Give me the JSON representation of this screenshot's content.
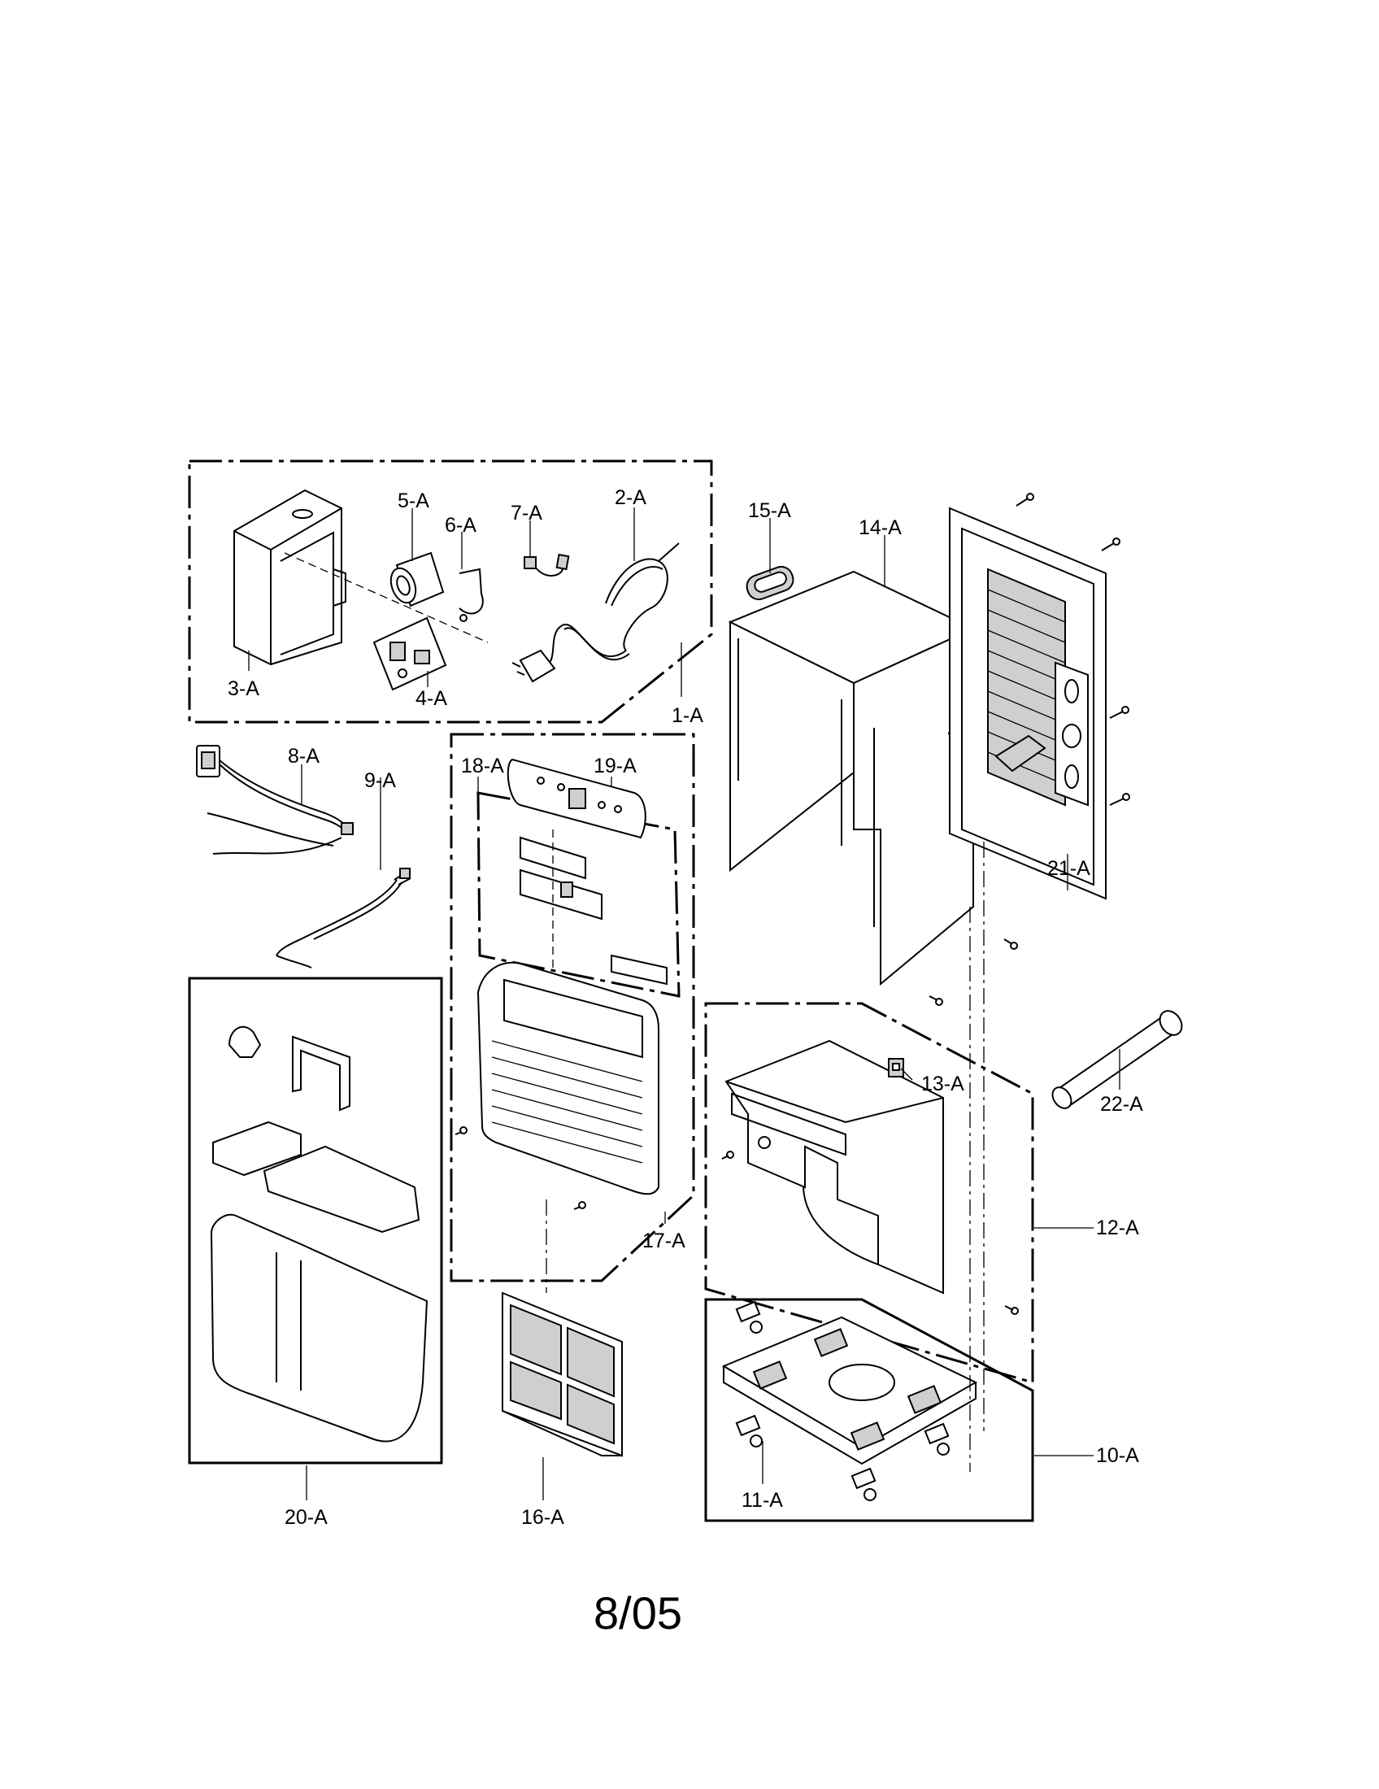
{
  "diagram": {
    "part_labels": {
      "p1": "1-A",
      "p2": "2-A",
      "p3": "3-A",
      "p4": "4-A",
      "p5": "5-A",
      "p6": "6-A",
      "p7": "7-A",
      "p8": "8-A",
      "p9": "9-A",
      "p10": "10-A",
      "p11": "11-A",
      "p12": "12-A",
      "p13": "13-A",
      "p14": "14-A",
      "p15": "15-A",
      "p16": "16-A",
      "p17": "17-A",
      "p18": "18-A",
      "p19": "19-A",
      "p20": "20-A",
      "p21": "21-A",
      "p22": "22-A"
    },
    "footer": "8/05"
  }
}
